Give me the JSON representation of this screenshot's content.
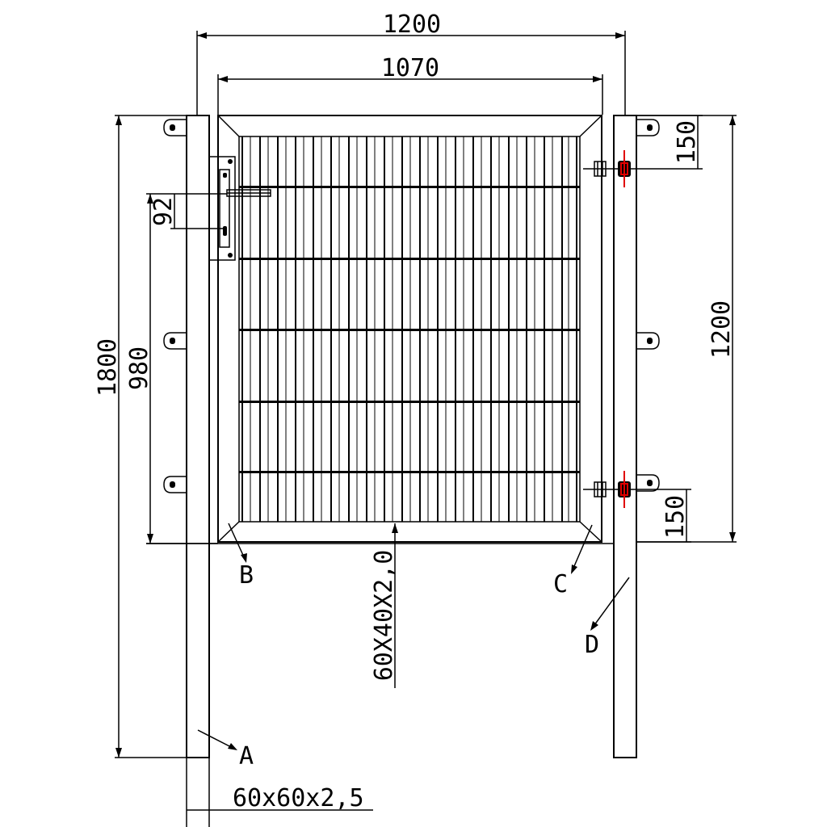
{
  "dimensions": {
    "overall_width": "1200",
    "gate_width": "1070",
    "post_height": "1800",
    "gate_height": "980",
    "hinge_span": "1200",
    "top_hinge_offset": "150",
    "bottom_hinge_offset": "150",
    "lock_offset": "92",
    "frame_profile": "60X40X2,0",
    "post_profile": "60x60x2,5"
  },
  "callouts": {
    "a": "A",
    "b": "B",
    "c": "C",
    "d": "D"
  },
  "colors": {
    "line": "#000000",
    "hinge_marker": "#e00000"
  }
}
